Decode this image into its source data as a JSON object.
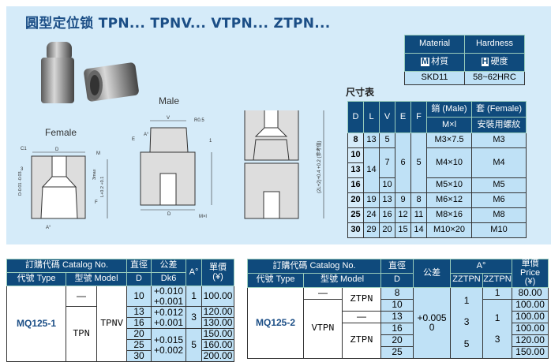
{
  "title": "圆型定位锁 TPN... TPNV... VTPN... ZTPN...",
  "drawings": {
    "male": "Male",
    "female": "Female",
    "labels": {
      "c1": "C1",
      "d": "D",
      "m": "M",
      "three": "3",
      "d_tol": "D-0.01 -0.03",
      "three_max": "3max",
      "l_tol": "L+0.2 +0.1",
      "f": "F",
      "a": "A°",
      "v": "V",
      "r": "R0.5",
      "e": "E",
      "one": "1",
      "mxl": "M×l",
      "total": "(2L+2)+0.4 +0.2 (参考值)"
    }
  },
  "material_table": {
    "headers": [
      "Material",
      "Hardness"
    ],
    "sub": [
      {
        "badge": "M",
        "label": "材質"
      },
      {
        "badge": "H",
        "label": "硬度"
      }
    ],
    "values": [
      "SKD11",
      "58~62HRC"
    ]
  },
  "size_table": {
    "title": "尺寸表",
    "headers": [
      "D",
      "L",
      "V",
      "E",
      "F"
    ],
    "male": "銷 (Male)",
    "male_sub": "M×l",
    "female": "套 (Female)",
    "female_sub": "安裝用螺紋",
    "rows": [
      {
        "D": "8",
        "L": "13",
        "V": "5",
        "E": "6",
        "F": "5",
        "male": "M3×7.5",
        "female": "M3"
      },
      {
        "D": "10",
        "L": "14",
        "V": "7",
        "male": "M4×10",
        "female": "M4"
      },
      {
        "D": "13"
      },
      {
        "D": "16",
        "V": "10",
        "male": "M5×10",
        "female": "M5"
      },
      {
        "D": "20",
        "L": "19",
        "V": "13",
        "E": "9",
        "F": "8",
        "male": "M6×12",
        "female": "M6"
      },
      {
        "D": "25",
        "L": "24",
        "V": "16",
        "E": "12",
        "F": "11",
        "male": "M8×16",
        "female": "M8"
      },
      {
        "D": "30",
        "L": "29",
        "V": "20",
        "E": "15",
        "F": "14",
        "male": "M10×20",
        "female": "M10"
      }
    ]
  },
  "table1": {
    "h_catalog": "訂購代碼 Catalog No.",
    "h_dia": "直徑",
    "h_tol": "公差",
    "h_a": "A°",
    "h_price": "單價",
    "h_price_unit": "(¥)",
    "h_type": "代號 Type",
    "h_model": "型號 Model",
    "h_d": "D",
    "h_dk6": "Dk6",
    "code": "MQ125-1",
    "dash": "—",
    "tpn": "TPN",
    "tpnv": "TPNV",
    "d": [
      "10",
      "13",
      "16",
      "20",
      "25",
      "30"
    ],
    "tol": [
      [
        "+0.010",
        "+0.001"
      ],
      [
        "+0.012",
        "+0.001"
      ],
      [
        "+0.015",
        "+0.002"
      ]
    ],
    "a": [
      "1",
      "3",
      "5"
    ],
    "price": [
      "100.00",
      "120.00",
      "130.00",
      "150.00",
      "160.00",
      "200.00"
    ]
  },
  "table2": {
    "h_catalog": "訂購代碼 Catalog No.",
    "h_dia": "直徑",
    "h_tol": "公差",
    "h_a": "A°",
    "h_price": "單價",
    "h_price_en": "Price",
    "h_price_unit": "(¥)",
    "h_type": "代號 Type",
    "h_model": "型號 Model",
    "h_d": "D",
    "h_zz1": "ZZTPN",
    "h_zz2": "ZZTPN",
    "code": "MQ125-2",
    "dash1": "—",
    "vtpn": "VTPN",
    "ztpn1": "ZTPN",
    "dash2": "—",
    "ztpn2": "ZTPN",
    "d": [
      "8",
      "10",
      "13",
      "16",
      "20",
      "25"
    ],
    "tol": [
      "+0.005",
      "0"
    ],
    "a1": [
      "1",
      "3",
      "5"
    ],
    "a2_first": "1",
    "a2": [
      "1",
      "3"
    ],
    "price": [
      "80.00",
      "100.00",
      "100.00",
      "100.00",
      "120.00",
      "150.00"
    ]
  }
}
